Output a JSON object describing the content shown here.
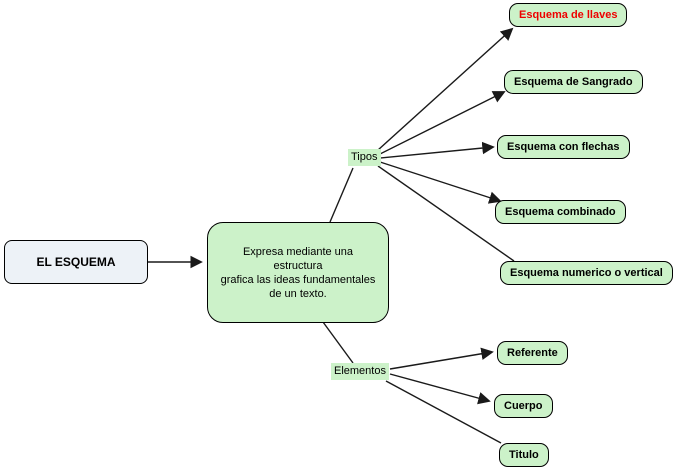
{
  "canvas": {
    "background": "#ffffff"
  },
  "colors": {
    "node_fill": "#ccf2c9",
    "root_fill": "#edf2f7",
    "node_border": "#000000",
    "connector": "#1a1a1a",
    "text": "#000000",
    "highlight_text": "#ee0000"
  },
  "nodes": {
    "root": "EL ESQUEMA",
    "definition_lines": [
      "Expresa mediante una estructura",
      "grafica las ideas fundamentales",
      "de un texto."
    ],
    "definition_text": "Expresa mediante una estructura grafica las ideas fundamentales de un texto.",
    "tipos": "Tipos",
    "elementos": "Elementos",
    "llaves": "Esquema de llaves",
    "sangrado": "Esquema de Sangrado",
    "flechas": "Esquema con flechas",
    "combinado": "Esquema combinado",
    "numerico": "Esquema numerico o vertical",
    "referente": "Referente",
    "cuerpo": "Cuerpo",
    "titulo": "Titulo"
  },
  "edges": [
    {
      "from": "root",
      "to": "definition",
      "arrow": true
    },
    {
      "from": "definition",
      "to": "tipos",
      "arrow": false
    },
    {
      "from": "definition",
      "to": "elementos",
      "arrow": false
    },
    {
      "from": "tipos",
      "to": "llaves",
      "arrow": true
    },
    {
      "from": "tipos",
      "to": "sangrado",
      "arrow": true
    },
    {
      "from": "tipos",
      "to": "flechas",
      "arrow": true
    },
    {
      "from": "tipos",
      "to": "combinado",
      "arrow": true
    },
    {
      "from": "tipos",
      "to": "numerico",
      "arrow": false
    },
    {
      "from": "elementos",
      "to": "referente",
      "arrow": true
    },
    {
      "from": "elementos",
      "to": "cuerpo",
      "arrow": true
    },
    {
      "from": "elementos",
      "to": "titulo",
      "arrow": false
    }
  ]
}
